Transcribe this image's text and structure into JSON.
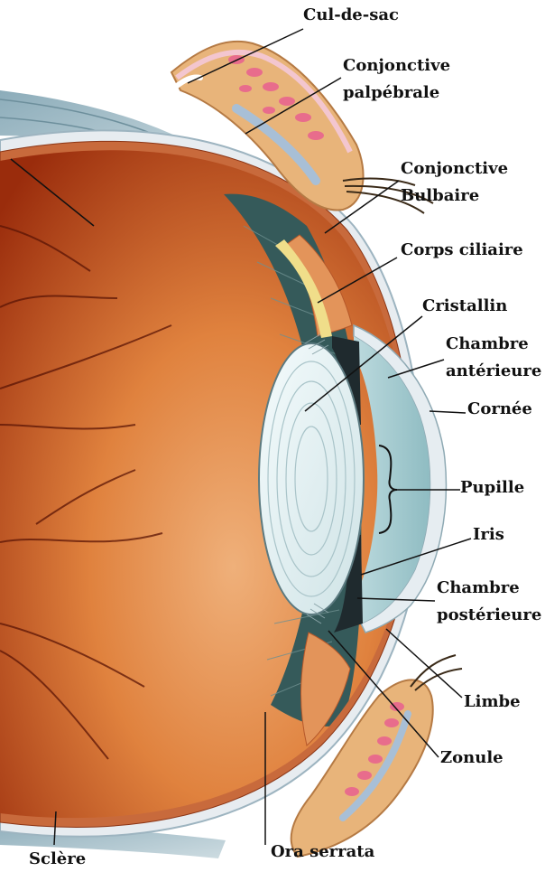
{
  "colors": {
    "background": "#ffffff",
    "leader_line": "#111111",
    "retina_dark": "#9a2c0c",
    "retina_light": "#e0823e",
    "vitreous_fibers": "#355a5a",
    "lens": "#e8f4f6",
    "aqueous": "#9cc6cc",
    "sclera": "#e7ecf0",
    "eyelid_skin": "#e8b47a",
    "gland_pink": "#e86c8c",
    "vessels": "#5a1405"
  },
  "labels": [
    {
      "id": "cul-de-sac",
      "lines": [
        "Cul-de-sac"
      ]
    },
    {
      "id": "conjonctive-palpebrale",
      "lines": [
        "Conjonctive",
        "palpébrale"
      ]
    },
    {
      "id": "conjonctive-bulbaire",
      "lines": [
        "Conjonctive",
        "Bulbaire"
      ]
    },
    {
      "id": "corps-ciliaire",
      "lines": [
        "Corps ciliaire"
      ]
    },
    {
      "id": "cristallin",
      "lines": [
        "Cristallin"
      ]
    },
    {
      "id": "chambre-anterieure",
      "lines": [
        "Chambre",
        "antérieure"
      ]
    },
    {
      "id": "cornee",
      "lines": [
        "Cornée"
      ]
    },
    {
      "id": "pupille",
      "lines": [
        "Pupille"
      ]
    },
    {
      "id": "iris",
      "lines": [
        "Iris"
      ]
    },
    {
      "id": "chambre-posterieure",
      "lines": [
        "Chambre",
        "postérieure"
      ]
    },
    {
      "id": "limbe",
      "lines": [
        "Limbe"
      ]
    },
    {
      "id": "zonule",
      "lines": [
        "Zonule"
      ]
    },
    {
      "id": "ora-serrata",
      "lines": [
        "Ora serrata"
      ]
    },
    {
      "id": "sclere",
      "lines": [
        "Sclère"
      ]
    }
  ]
}
